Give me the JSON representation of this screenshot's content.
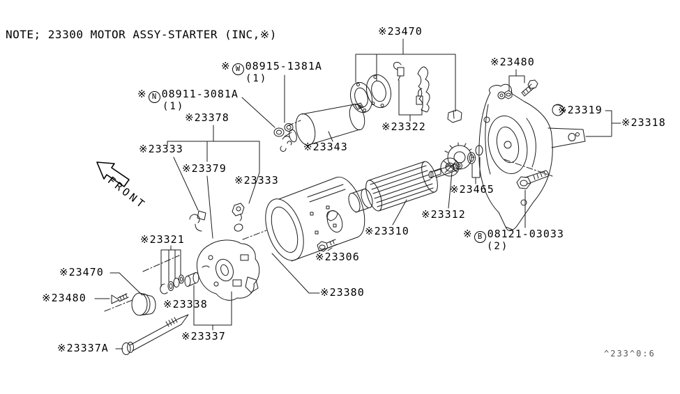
{
  "title": "NOTE; 23300 MOTOR ASSY-STARTER (INC,※)",
  "front_label": "FRONT",
  "corner_code": "^233^0:6",
  "hardware": {
    "w": {
      "marker": "※",
      "circle": "W",
      "code": "08915-1381A",
      "qty": "(1)"
    },
    "n": {
      "marker": "※",
      "circle": "N",
      "code": "08911-3081A",
      "qty": "(1)"
    },
    "b": {
      "marker": "※",
      "circle": "B",
      "code": "08121-03033",
      "qty": "(2)"
    }
  },
  "labels": {
    "l23470_top": "※23470",
    "l23480_top": "※23480",
    "l23378": "※23378",
    "l23319": "※23319",
    "l23318": "※23318",
    "l23322": "※23322",
    "l23343": "※23343",
    "l23333_left": "※23333",
    "l23379": "※23379",
    "l23333_right": "※23333",
    "l23465": "※23465",
    "l23312": "※23312",
    "l23310": "※23310",
    "l23306": "※23306",
    "l23321": "※23321",
    "l23470_left": "※23470",
    "l23480_left": "※23480",
    "l23338": "※23338",
    "l23337": "※23337",
    "l23337a": "※23337A",
    "l23380": "※23380"
  }
}
